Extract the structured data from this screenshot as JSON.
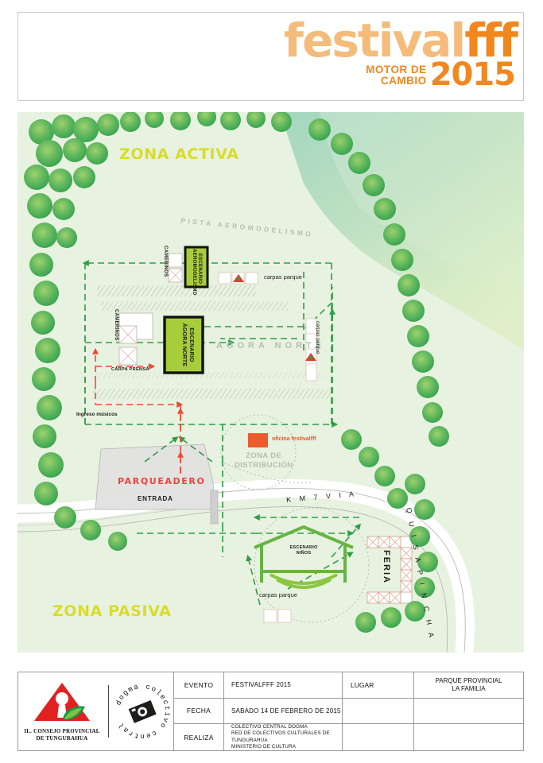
{
  "header": {
    "logo_festival": "festival",
    "logo_fff": "fff",
    "logo_motor_line1": "MOTOR DE",
    "logo_motor_line2": "CAMBIO",
    "logo_year": "2015",
    "color_light": "#f5bb7a",
    "color_orange": "#f2871e"
  },
  "map": {
    "zona_activa": "ZONA ACTIVA",
    "zona_pasiva": "ZONA PASIVA",
    "pista": "PISTA AEROMODELISMO",
    "agora_norte": "AGORA NORTE",
    "zona_distribucion_l1": "ZONA DE",
    "zona_distribucion_l2": "DISTRIBUCIÓN",
    "camerinos_top": "CAMERINOS",
    "camerinos_mid": "CAMERINOS",
    "carpa_prensa": "CARPA PRENSA",
    "stage1_l1": "ESCENARIO",
    "stage1_l2": "AEROMODELISMO",
    "stage2_l1": "ESCENARIO",
    "stage2_l2": "ÁGORA NORTE",
    "stage3_l1": "ESCENARIO",
    "stage3_l2": "NIÑOS",
    "carpas_parque_top": "carpas parque",
    "carpas_parque_right": "carpas parque",
    "carpas_parque_bottom": "carpas parque",
    "oficina": "oficina festivalfff",
    "ingreso_musicos": "Ingreso músicos",
    "parqueadero": "PARQUEADERO",
    "entrada": "ENTRADA",
    "feria": "FERIA",
    "road_km7": "K M 7   V I A",
    "road_quisapincha": "Q U I S A P I N C H A",
    "colors": {
      "grass": "#e8f2e0",
      "stage_green": "#a8cd3a",
      "yellow_label": "#d9dc2a",
      "orange_office": "#ec5b2b",
      "red_route": "#ef4a35",
      "green_route": "#3aa84a",
      "tree_green": "#4cb050"
    }
  },
  "footer": {
    "council_name_l1": "IL. CONSEJO PROVINCIAL",
    "council_name_l2": "DE TUNGURAHUA",
    "dogma_text": "dogma colectivo central",
    "rows": [
      {
        "key": "EVENTO",
        "value": "FESTIVALFFF 2015"
      },
      {
        "key": "FECHA",
        "value": "SABADO 14 DE FEBRERO DE 2015"
      },
      {
        "key": "REALIZA",
        "value": "COLECTIVO CENTRAL DOGMA\nRED DE COLECTIVOS CULTURALES DE TUNGURAHUA\nMINISTERIO DE CULTURA"
      }
    ],
    "lugar_key": "LUGAR",
    "lugar_value_l1": "PARQUE PROVINCIAL",
    "lugar_value_l2": "LA FAMILIA"
  }
}
